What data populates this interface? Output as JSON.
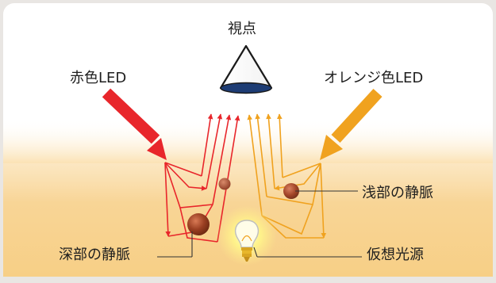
{
  "labels": {
    "viewpoint": "視点",
    "red_led": "赤色LED",
    "orange_led": "オレンジ色LED",
    "shallow_vein": "浅部の静脈",
    "deep_vein": "深部の静脈",
    "virtual_light_source": "仮想光源"
  },
  "colors": {
    "red": "#e8262b",
    "orange": "#f0a21f",
    "cone_fill": "#1d3c74",
    "skin": "#f7cf86",
    "vein": "#8f3a1e",
    "bulb_glow": "#fff6a0"
  },
  "icons": {
    "eye": "viewpoint-cone-icon",
    "bulb": "light-bulb-icon"
  }
}
